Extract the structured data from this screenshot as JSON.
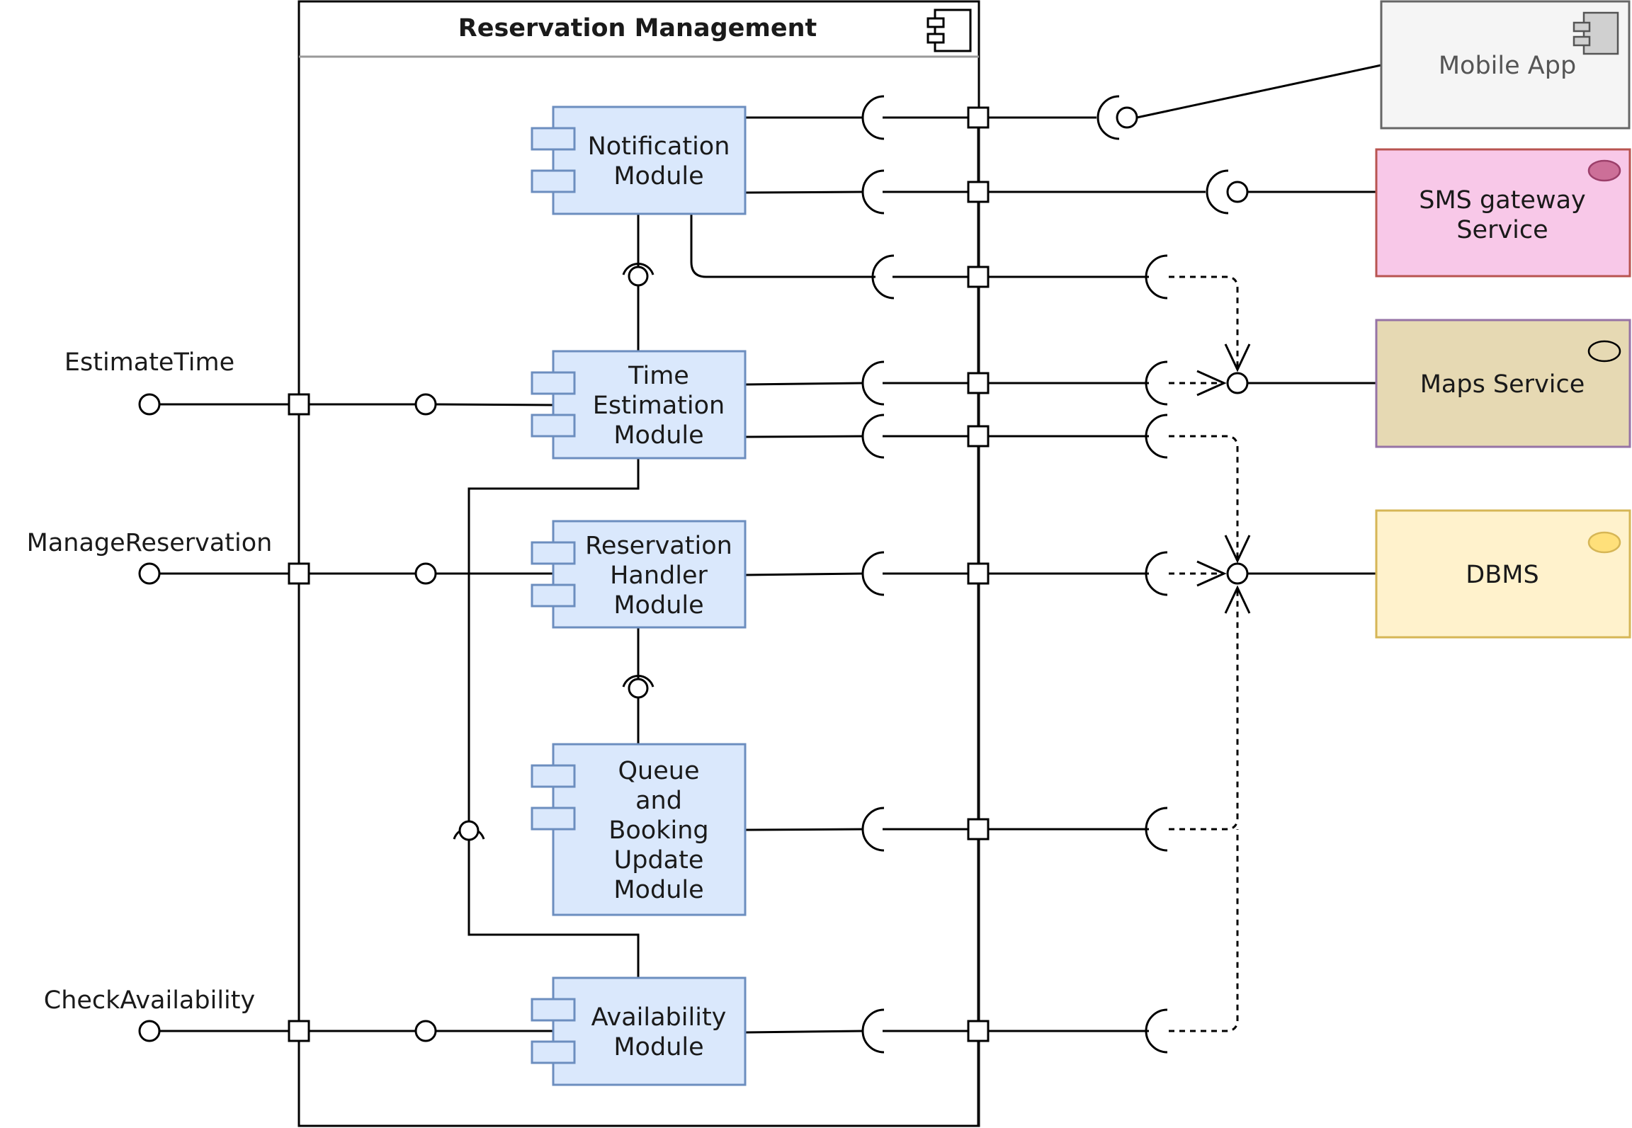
{
  "container": {
    "title": "Reservation Management",
    "icon": "component-icon"
  },
  "modules": [
    {
      "id": "notification",
      "lines": [
        "Notification",
        "Module"
      ]
    },
    {
      "id": "time-estimation",
      "lines": [
        "Time",
        "Estimation",
        "Module"
      ]
    },
    {
      "id": "reservation-handler",
      "lines": [
        "Reservation",
        "Handler",
        "Module"
      ]
    },
    {
      "id": "queue-booking",
      "lines": [
        "Queue",
        "and",
        "Booking",
        "Update",
        "Module"
      ]
    },
    {
      "id": "availability",
      "lines": [
        "Availability",
        "Module"
      ]
    }
  ],
  "provided_interfaces": [
    {
      "label": "EstimateTime"
    },
    {
      "label": "ManageReservation"
    },
    {
      "label": "CheckAvailability"
    }
  ],
  "external_components": [
    {
      "id": "mobile-app",
      "label": "Mobile App",
      "fill": "#f5f5f5",
      "stroke": "#666666",
      "icon": "component-icon"
    },
    {
      "id": "sms-gateway",
      "lines": [
        "SMS gateway",
        "Service"
      ],
      "fill": "#f8c8e8",
      "stroke": "#b85450",
      "icon": "service-icon",
      "icon_color": "#cc6f98"
    },
    {
      "id": "maps-service",
      "label": "Maps Service",
      "fill": "#e6d9b3",
      "stroke": "#9673a6",
      "icon": "service-icon",
      "icon_color": "#e6d9b3"
    },
    {
      "id": "dbms",
      "label": "DBMS",
      "fill": "#fff2cc",
      "stroke": "#d6b656",
      "icon": "service-icon",
      "icon_color": "#ffe07a"
    }
  ],
  "colors": {
    "module_fill": "#dae8fc",
    "module_stroke": "#6c8ebf"
  }
}
